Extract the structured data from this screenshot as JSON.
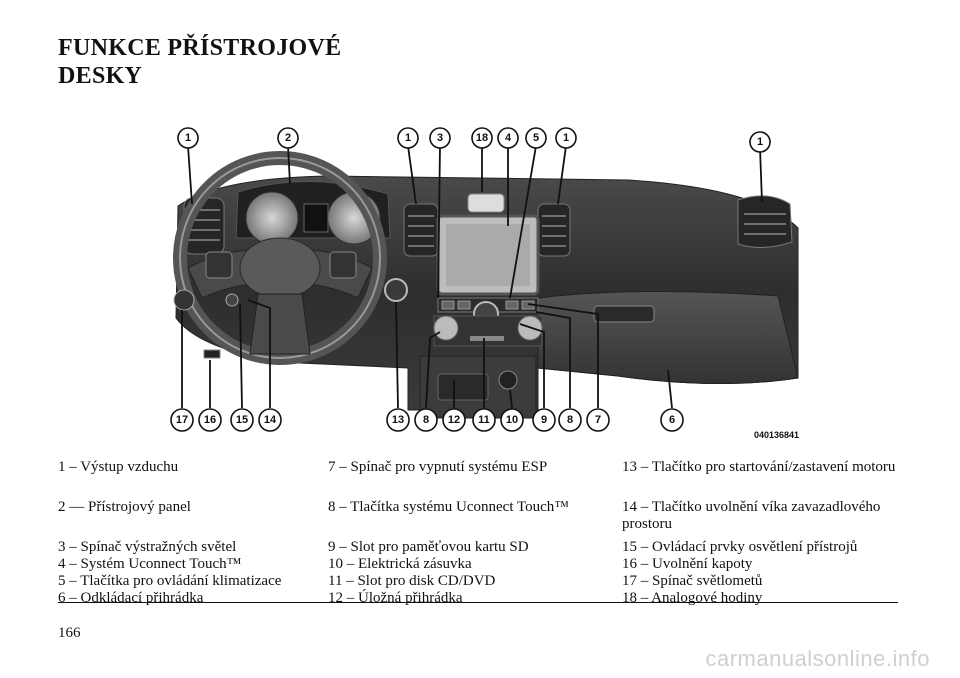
{
  "page": {
    "title_line1": "FUNKCE PŘÍSTROJOVÉ",
    "title_line2": "DESKY",
    "page_number": "166",
    "watermark": "carmanualsonline.info"
  },
  "figure": {
    "image_code": "040136841",
    "callouts_top": [
      "1",
      "2",
      "1",
      "3",
      "18",
      "4",
      "5",
      "1",
      "1"
    ],
    "callouts_bottom": [
      "17",
      "16",
      "15",
      "14",
      "13",
      "8",
      "12",
      "11",
      "10",
      "9",
      "8",
      "7",
      "6"
    ]
  },
  "legend": {
    "col1": [
      "1 – Výstup vzduchu",
      "2 — Přístrojový panel",
      "3 – Spínač výstražných světel",
      "4 – Systém Uconnect Touch™",
      "5 – Tlačítka pro ovládání klimatizace",
      "6 – Odkládací přihrádka"
    ],
    "col2": [
      "7 – Spínač pro vypnutí systému ESP",
      "8 – Tlačítka systému Uconnect Touch™",
      "9 – Slot pro paměťovou kartu SD",
      "10 – Elektrická zásuvka",
      "11 – Slot pro disk CD/DVD",
      "12 – Úložná přihrádka"
    ],
    "col3": [
      "13 – Tlačítko pro startování/zastavení motoru",
      "14 – Tlačítko uvolnění víka zavazadlového prostoru",
      "15 – Ovládací prvky osvětlení přístrojů",
      "16 – Uvolnění kapoty",
      "17 – Spínač světlometů",
      "18 – Analogové hodiny"
    ]
  }
}
